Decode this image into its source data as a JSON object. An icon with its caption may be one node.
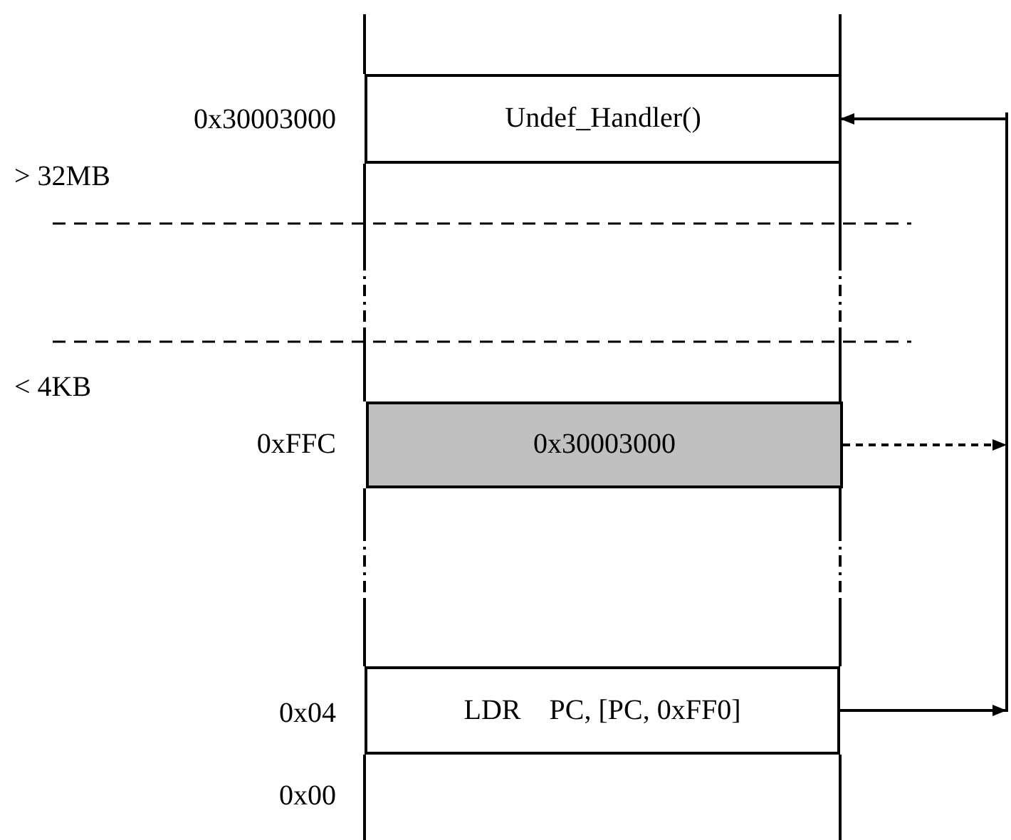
{
  "diagram": {
    "nodes": [
      {
        "text": [
          "Undef_Handler()"
        ],
        "beside": [
          "0x30003000"
        ]
      },
      {
        "text": [
          "0x30003000"
        ],
        "beside": [
          "0xFFC"
        ]
      },
      {
        "text": [
          "LDR    PC, [PC, 0xFF0]"
        ],
        "beside": [
          "0x04"
        ]
      },
      {
        "text": [],
        "shape": "bar"
      }
    ],
    "edges": [
      {
        "from": 3,
        "to": 0,
        "arrow": "to"
      },
      {
        "from": 1,
        "to": 3,
        "arrow": "to",
        "style": "dashed"
      },
      {
        "from": 2,
        "to": 3,
        "arrow": "to"
      }
    ],
    "labels": [
      "> 32MB",
      "< 4KB",
      "0x00"
    ]
  }
}
